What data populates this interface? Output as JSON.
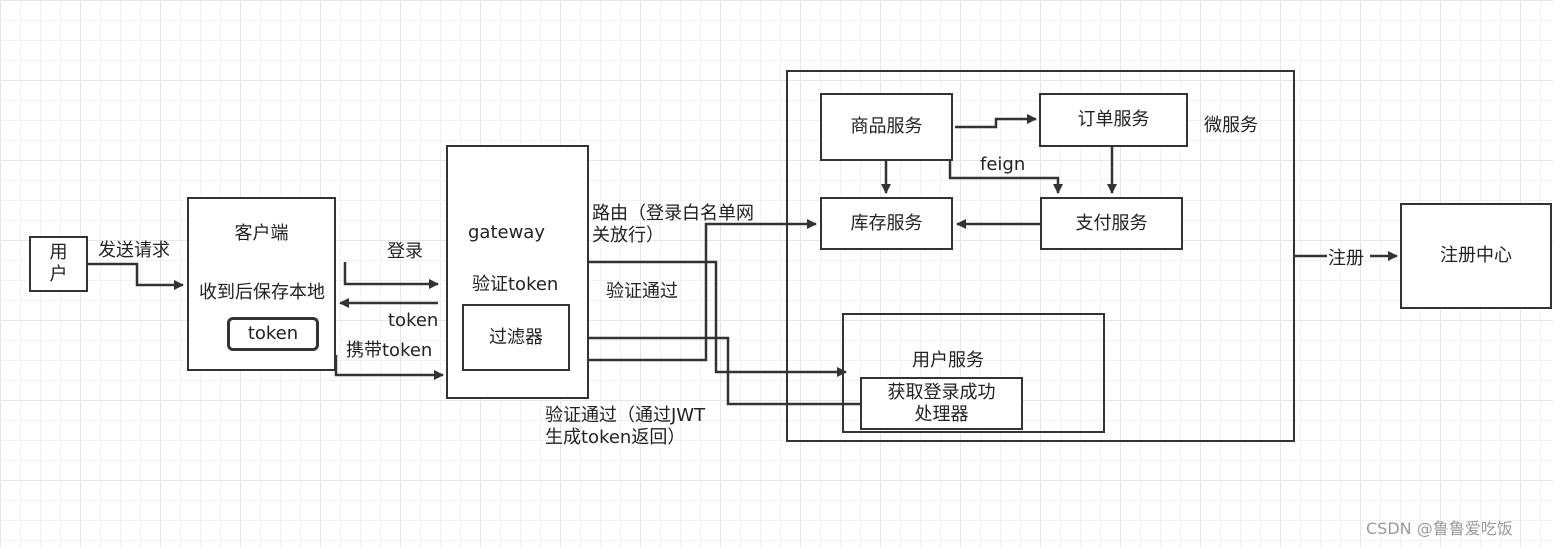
{
  "nodes": {
    "user": "用\n户",
    "client": "客户端",
    "client_note": "收到后保存本地",
    "client_token": "token",
    "gateway": "gateway",
    "gateway_note": "验证token",
    "filter": "过滤器",
    "microservices": "微服务",
    "product_service": "商品服务",
    "order_service": "订单服务",
    "inventory_service": "库存服务",
    "payment_service": "支付服务",
    "user_service": "用户服务",
    "login_success_handler": "获取登录成功\n处理器",
    "registry": "注册中心"
  },
  "edges": {
    "send_request": "发送请求",
    "login": "登录",
    "token_return": "token",
    "carry_token": "携带token",
    "route": "路由（登录白名单网\n关放行）",
    "verify_pass": "验证通过",
    "verify_pass_jwt": "验证通过（通过JWT\n生成token返回）",
    "feign": "feign",
    "register": "注册"
  },
  "watermark": "CSDN @鲁鲁爱吃饭"
}
